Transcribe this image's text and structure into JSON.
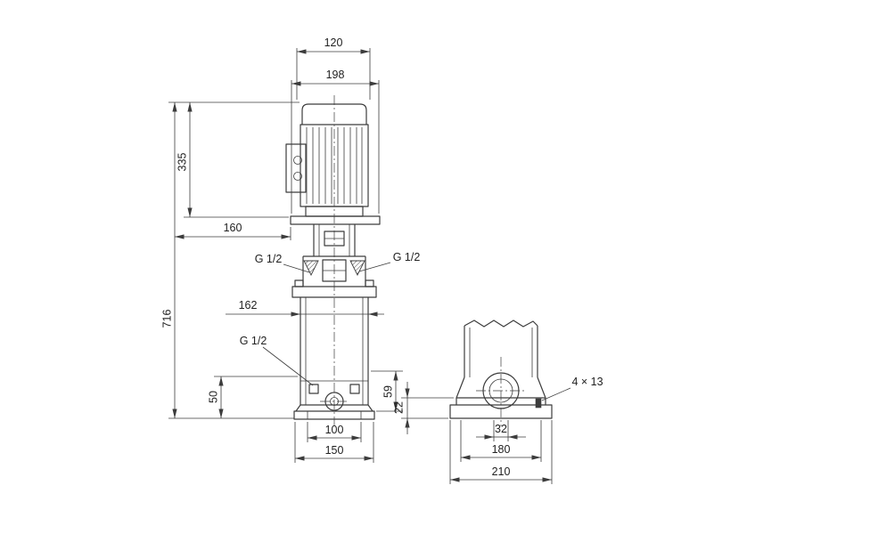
{
  "front_view": {
    "dims": {
      "motor_top_width": "120",
      "motor_flange_width": "198",
      "motor_height": "335",
      "rear_clearance": "160",
      "total_height": "716",
      "inlet_port": "G 1/2",
      "outlet_port": "G 1/2",
      "head_width": "162",
      "drain_port": "G 1/2",
      "drain_height": "50",
      "port_height": "59",
      "foot_hole_spacing": "100",
      "base_width": "150"
    }
  },
  "side_view": {
    "dims": {
      "base_height": "22",
      "mounting_holes": "4 × 13",
      "port_offset": "32",
      "hole_spacing": "180",
      "base_depth": "210"
    }
  }
}
